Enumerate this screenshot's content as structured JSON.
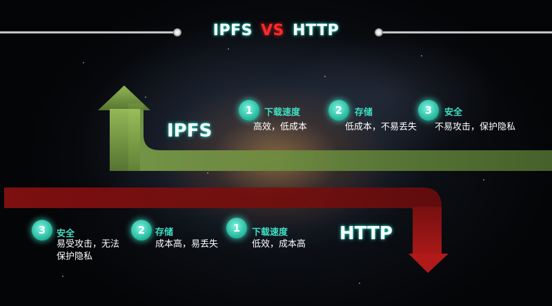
{
  "title": {
    "left": "IPFS",
    "vs": "VS",
    "right": "HTTP"
  },
  "ipfs": {
    "label": "IPFS",
    "features": [
      {
        "num": "1",
        "title": "下载速度",
        "desc": "高效，低成本"
      },
      {
        "num": "2",
        "title": "存储",
        "desc": "低成本，不易丢失"
      },
      {
        "num": "3",
        "title": "安全",
        "desc": "不易攻击，保护隐私"
      }
    ]
  },
  "http": {
    "label": "HTTP",
    "features": [
      {
        "num": "3",
        "title": "安全",
        "desc_line1": "易受攻击，无法",
        "desc_line2": "保护隐私"
      },
      {
        "num": "2",
        "title": "存储",
        "desc_line1": "成本高，易丢失"
      },
      {
        "num": "1",
        "title": "下载速度",
        "desc_line1": "低效，成本高"
      }
    ]
  },
  "colors": {
    "ipfs_arrow": "#4d6b2e",
    "http_arrow": "#7a1212",
    "accent": "#3fe0c4",
    "vs": "#ff2a2a"
  }
}
